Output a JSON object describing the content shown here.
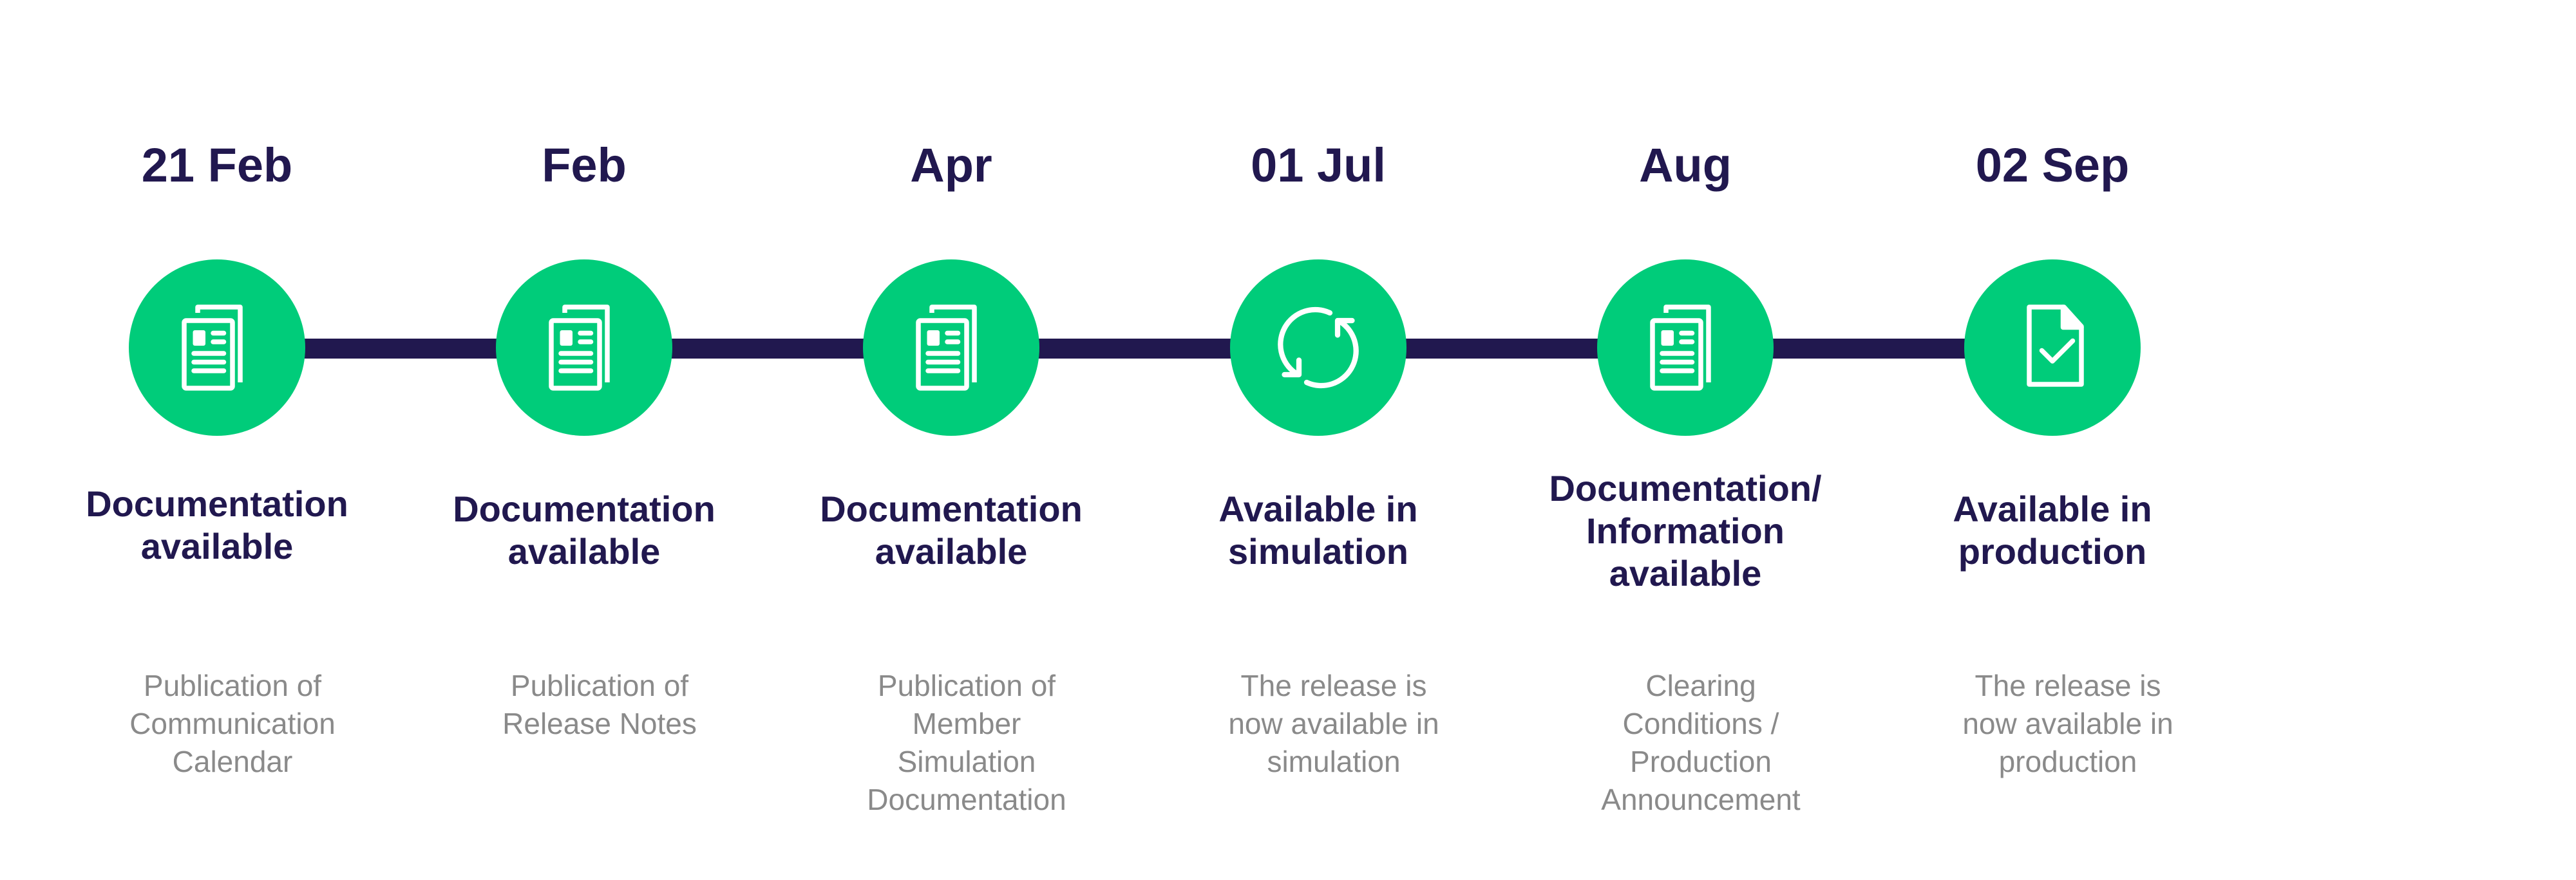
{
  "colors": {
    "node": "#00cc7a",
    "connector": "#21184f",
    "heading": "#21184f",
    "description": "#8a8a8a",
    "background": "#ffffff"
  },
  "steps": [
    {
      "date": "21 Feb",
      "icon": "documents-icon",
      "label_lines": [
        "Documentation",
        "available"
      ],
      "description_lines": [
        "Publication of",
        "Communication",
        "Calendar"
      ]
    },
    {
      "date": "Feb",
      "icon": "documents-icon",
      "label_lines": [
        "Documentation",
        "available"
      ],
      "description_lines": [
        "Publication of",
        "Release Notes"
      ]
    },
    {
      "date": "Apr",
      "icon": "documents-icon",
      "label_lines": [
        "Documentation",
        "available"
      ],
      "description_lines": [
        "Publication of",
        "Member",
        "Simulation",
        "Documentation"
      ]
    },
    {
      "date": "01 Jul",
      "icon": "sync-icon",
      "label_lines": [
        "Available in",
        "simulation"
      ],
      "description_lines": [
        "The release is",
        "now available in",
        "simulation"
      ]
    },
    {
      "date": "Aug",
      "icon": "documents-icon",
      "label_lines": [
        "Documentation/",
        "Information",
        "available"
      ],
      "description_lines": [
        "Clearing",
        "Conditions /",
        "Production",
        "Announcement"
      ]
    },
    {
      "date": "02 Sep",
      "icon": "file-check-icon",
      "label_lines": [
        "Available in",
        "production"
      ],
      "description_lines": [
        "The release is",
        "now available in",
        "production"
      ]
    }
  ]
}
